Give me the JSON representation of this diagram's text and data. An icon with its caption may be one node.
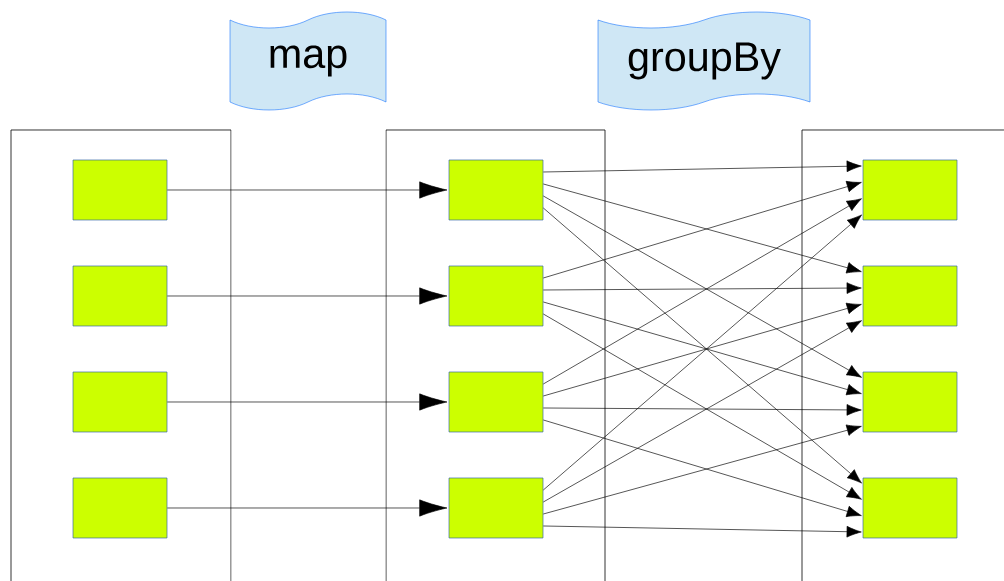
{
  "diagram": {
    "nodes": [
      {
        "text": [
          "map"
        ]
      },
      {
        "text": [
          "groupBy"
        ]
      },
      {
        "text": [],
        "shape": "box"
      },
      {
        "text": [],
        "shape": "box",
        "in": 2
      },
      {
        "text": [],
        "shape": "box",
        "in": 2
      },
      {
        "text": [],
        "shape": "box",
        "in": 2
      },
      {
        "text": [],
        "shape": "box",
        "in": 2
      },
      {
        "text": [],
        "shape": "box"
      },
      {
        "text": [],
        "shape": "box",
        "in": 7
      },
      {
        "text": [],
        "shape": "box",
        "in": 7
      },
      {
        "text": [],
        "shape": "box",
        "in": 7
      },
      {
        "text": [],
        "shape": "box",
        "in": 7
      },
      {
        "text": [],
        "shape": "box"
      },
      {
        "text": [],
        "shape": "box",
        "in": 12
      },
      {
        "text": [],
        "shape": "box",
        "in": 12
      },
      {
        "text": [],
        "shape": "box",
        "in": 12
      },
      {
        "text": [],
        "shape": "box",
        "in": 12
      }
    ],
    "edges": [
      {
        "from": 3,
        "to": 8,
        "arrow": "to"
      },
      {
        "from": 4,
        "to": 9,
        "arrow": "to"
      },
      {
        "from": 5,
        "to": 10,
        "arrow": "to"
      },
      {
        "from": 6,
        "to": 11,
        "arrow": "to"
      },
      {
        "from": 8,
        "to": 13,
        "arrow": "to"
      },
      {
        "from": 8,
        "to": 14,
        "arrow": "to"
      },
      {
        "from": 8,
        "to": 15,
        "arrow": "to"
      },
      {
        "from": 8,
        "to": 16,
        "arrow": "to"
      },
      {
        "from": 9,
        "to": 13,
        "arrow": "to"
      },
      {
        "from": 9,
        "to": 14,
        "arrow": "to"
      },
      {
        "from": 9,
        "to": 15,
        "arrow": "to"
      },
      {
        "from": 9,
        "to": 16,
        "arrow": "to"
      },
      {
        "from": 10,
        "to": 13,
        "arrow": "to"
      },
      {
        "from": 10,
        "to": 14,
        "arrow": "to"
      },
      {
        "from": 10,
        "to": 15,
        "arrow": "to"
      },
      {
        "from": 10,
        "to": 16,
        "arrow": "to"
      },
      {
        "from": 11,
        "to": 13,
        "arrow": "to"
      },
      {
        "from": 11,
        "to": 14,
        "arrow": "to"
      },
      {
        "from": 11,
        "to": 15,
        "arrow": "to"
      },
      {
        "from": 11,
        "to": 16,
        "arrow": "to"
      }
    ]
  }
}
